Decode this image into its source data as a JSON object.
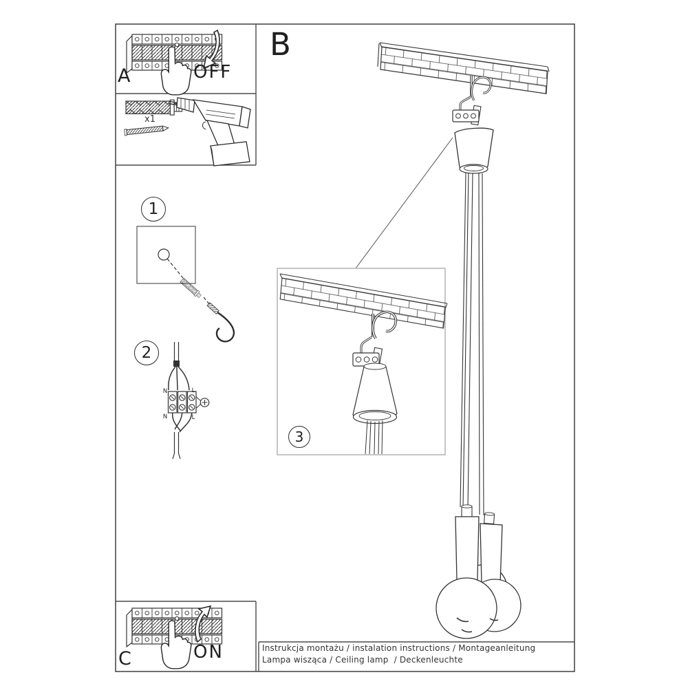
{
  "doc": {
    "sections": {
      "a": "A",
      "b": "B",
      "c": "C"
    },
    "breaker": {
      "off": "OFF",
      "on": "ON"
    },
    "parts": {
      "dowel_qty": "x1"
    },
    "steps": {
      "s1": "1",
      "s2": "2",
      "s3": "3"
    },
    "terminals": {
      "n_top": "N",
      "l_top": "L",
      "n_bottom": "N",
      "l_bottom": "L"
    },
    "footer": {
      "line1": "Instrukcja montażu / instalation instructions / Montageanleitung",
      "line2": "Lampa wisząca / Ceiling lamp  / Deckenleuchte"
    },
    "colors": {
      "ink": "#2b2b2b",
      "border": "#4a4a4a",
      "inset_border": "#a8a8a8",
      "paper": "#ffffff"
    }
  }
}
